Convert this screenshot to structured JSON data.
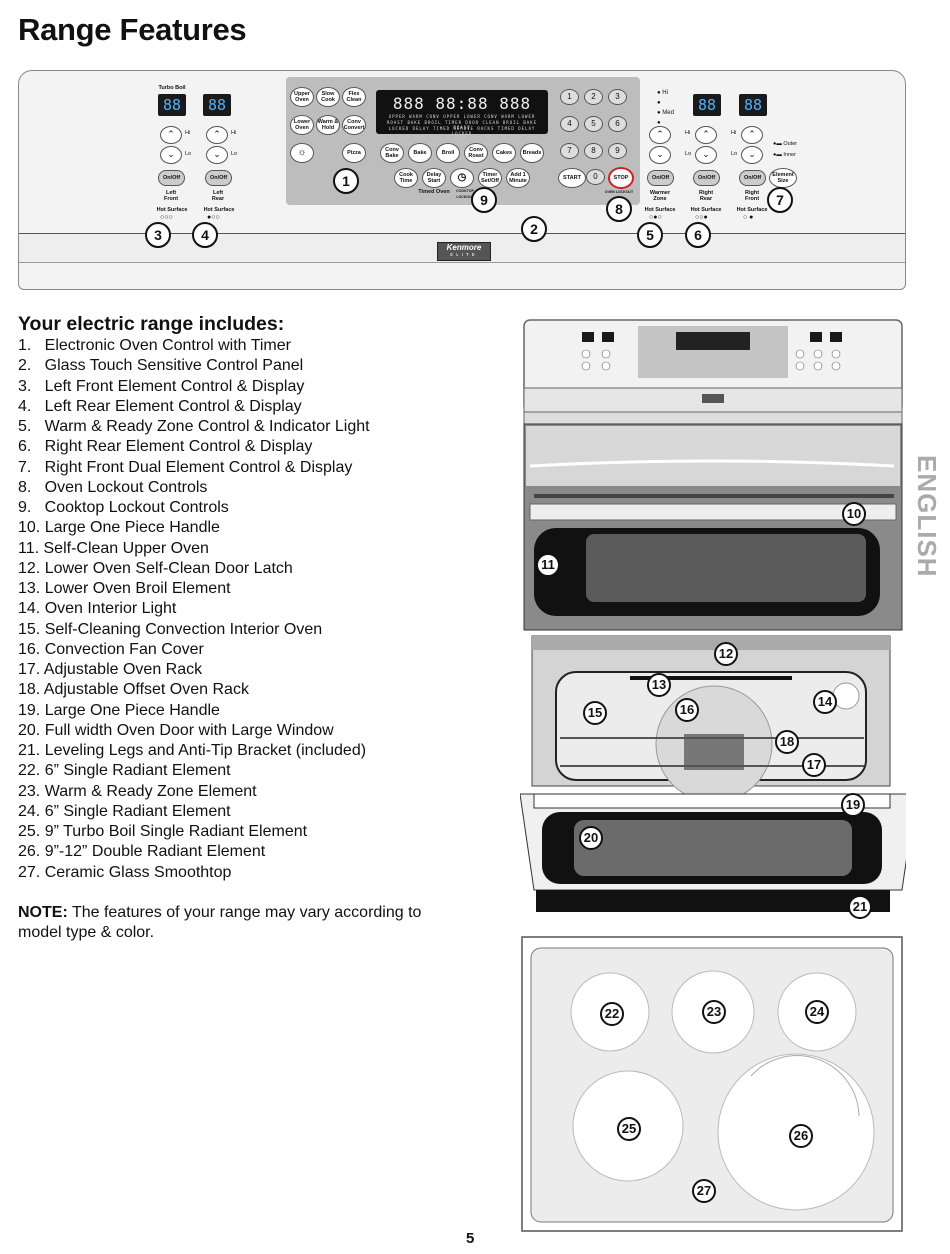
{
  "page_title": "Range Features",
  "panel": {
    "turbo_boil": "Turbo Boil",
    "seg_value": "88",
    "hi": "Hi",
    "lo": "Lo",
    "med": "Med",
    "on_off": "On/Off",
    "left_front": "Left Front",
    "left_rear": "Left Rear",
    "right_rear": "Right Rear",
    "right_front": "Right Front",
    "warmer_zone": "Warmer Zone",
    "element_size": "Element Size",
    "outer": "Outer",
    "inner": "Inner",
    "hot_surface": "Hot Surface",
    "upper_oven": "Upper Oven",
    "lower_oven": "Lower Oven",
    "slow_cook": "Slow Cook",
    "warm_hold": "Warm & Hold",
    "flex_clean": "Flex Clean",
    "conv_convert": "Conv Convert",
    "pizza": "Pizza",
    "display_time": "888 88:88 888",
    "display_row1": "UPPER WARM CONV UPPER LOWER CONV WARM LOWER",
    "display_row2": "ROAST BAKE BROIL TIMER DOOR CLEAN BROIL BAKE ROAST",
    "display_row3": "LOCKED DELAY TIMED REMOVE RACKS TIMED DELAY LOCKED",
    "conv_bake": "Conv Bake",
    "bake": "Bake",
    "broil": "Broil",
    "conv_roast": "Conv Roast",
    "cakes": "Cakes",
    "breads": "Breads",
    "cook_time": "Cook Time",
    "delay_start": "Delay Start",
    "timer_set_off": "Timer Set/Off",
    "add_1_minute": "Add 1 Minute",
    "timed_oven": "Timed Oven",
    "cooktop_lockout": "COOKTOP LOCKOUT",
    "oven_lockout": "OVEN LOCKOUT",
    "start": "START",
    "stop": "STOP",
    "keypad": [
      "1",
      "2",
      "3",
      "4",
      "5",
      "6",
      "7",
      "8",
      "9",
      "0"
    ],
    "brand": "Kenmore",
    "brand_sub": "ELITE",
    "callouts": [
      "1",
      "2",
      "3",
      "4",
      "5",
      "6",
      "7",
      "8",
      "9"
    ]
  },
  "includes_title": "Your electric range includes:",
  "features": [
    "1.   Electronic Oven Control with Timer",
    "2.   Glass Touch Sensitive Control Panel",
    "3.   Left Front Element Control & Display",
    "4.   Left Rear Element Control & Display",
    "5.   Warm & Ready Zone Control & Indicator Light",
    "6.   Right Rear Element Control & Display",
    "7.   Right Front Dual Element Control & Display",
    "8.   Oven Lockout Controls",
    "9.   Cooktop Lockout Controls",
    "10. Large One Piece Handle",
    "11. Self-Clean Upper Oven",
    "12. Lower Oven Self-Clean Door Latch",
    "13. Lower Oven Broil Element",
    "14. Oven Interior Light",
    "15. Self-Cleaning Convection Interior Oven",
    "16. Convection Fan Cover",
    "17. Adjustable Oven Rack",
    "18. Adjustable Offset Oven Rack",
    "19. Large One Piece Handle",
    "20. Full width Oven Door with Large Window",
    "21. Leveling Legs and Anti-Tip Bracket (included)",
    "22. 6” Single Radiant Element",
    "23. Warm & Ready Zone Element",
    "24. 6” Single Radiant Element",
    "25. 9” Turbo Boil Single Radiant Element",
    "26. 9”-12” Double Radiant Element",
    "27. Ceramic Glass Smoothtop"
  ],
  "note_label": "NOTE:",
  "note_text": " The features of your range may vary according to model type & color.",
  "side_tab": "ENGLISH",
  "range_callouts": [
    "10",
    "11",
    "12",
    "13",
    "14",
    "15",
    "16",
    "17",
    "18",
    "19",
    "20",
    "21"
  ],
  "cooktop_callouts": [
    "22",
    "23",
    "24",
    "25",
    "26",
    "27"
  ],
  "page_number": "5"
}
